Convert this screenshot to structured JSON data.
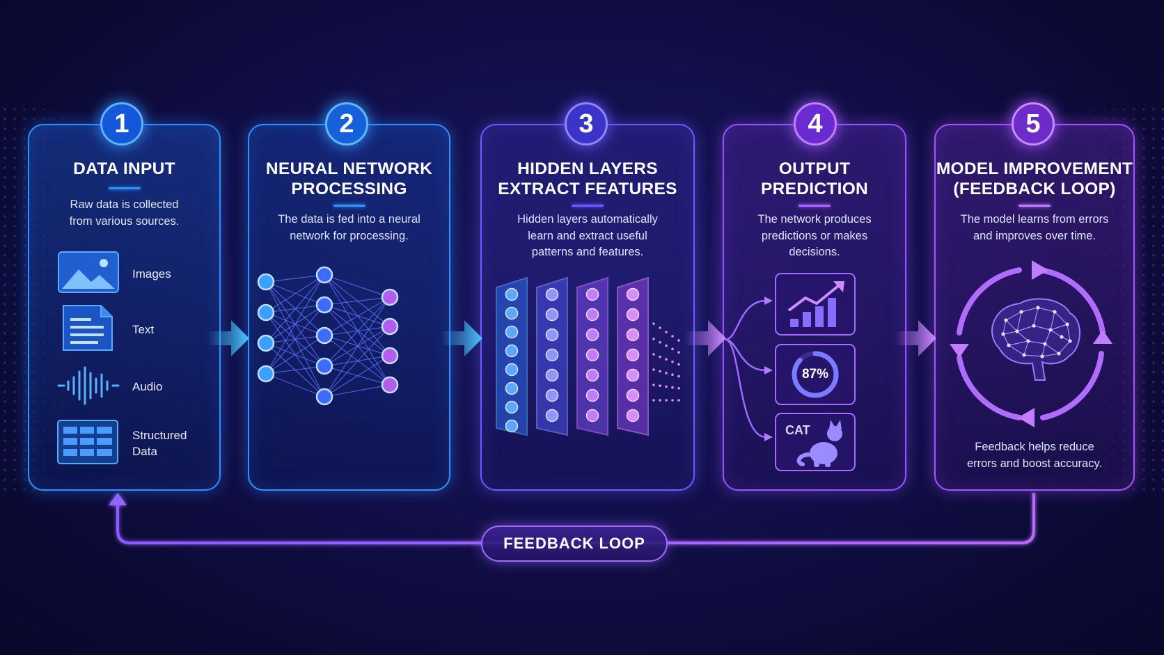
{
  "steps": [
    {
      "number": "1",
      "title_line1": "DATA INPUT",
      "title_line2": "",
      "desc_line1": "Raw data is collected",
      "desc_line2": "from various sources.",
      "desc_line3": ""
    },
    {
      "number": "2",
      "title_line1": "NEURAL NETWORK",
      "title_line2": "PROCESSING",
      "desc_line1": "The data is fed into a neural",
      "desc_line2": "network for processing.",
      "desc_line3": ""
    },
    {
      "number": "3",
      "title_line1": "HIDDEN LAYERS",
      "title_line2": "EXTRACT FEATURES",
      "desc_line1": "Hidden layers automatically",
      "desc_line2": "learn and extract useful",
      "desc_line3": "patterns and features."
    },
    {
      "number": "4",
      "title_line1": "OUTPUT",
      "title_line2": "PREDICTION",
      "desc_line1": "The network produces",
      "desc_line2": "predictions or makes",
      "desc_line3": "decisions."
    },
    {
      "number": "5",
      "title_line1": "MODEL IMPROVEMENT",
      "title_line2": "(FEEDBACK LOOP)",
      "desc_line1": "The model learns from errors",
      "desc_line2": "and improves over time.",
      "desc_line3": ""
    }
  ],
  "inputs": [
    {
      "icon": "image-icon",
      "label_line1": "Images",
      "label_line2": ""
    },
    {
      "icon": "document-icon",
      "label_line1": "Text",
      "label_line2": ""
    },
    {
      "icon": "waveform-icon",
      "label_line1": "Audio",
      "label_line2": ""
    },
    {
      "icon": "table-icon",
      "label_line1": "Structured",
      "label_line2": "Data"
    }
  ],
  "outputs": {
    "gauge_value": "87%",
    "gauge_fraction": 0.87,
    "class_label": "CAT"
  },
  "feedback_note_line1": "Feedback helps reduce",
  "feedback_note_line2": "errors and boost accuracy.",
  "feedback_loop_label": "FEEDBACK LOOP",
  "colors": {
    "blue_accent": "#2f8fff",
    "cyan_arrow": "#46c8ff",
    "indigo_accent": "#6a5cff",
    "purple_accent": "#a555ff",
    "background": "#120f4a"
  }
}
